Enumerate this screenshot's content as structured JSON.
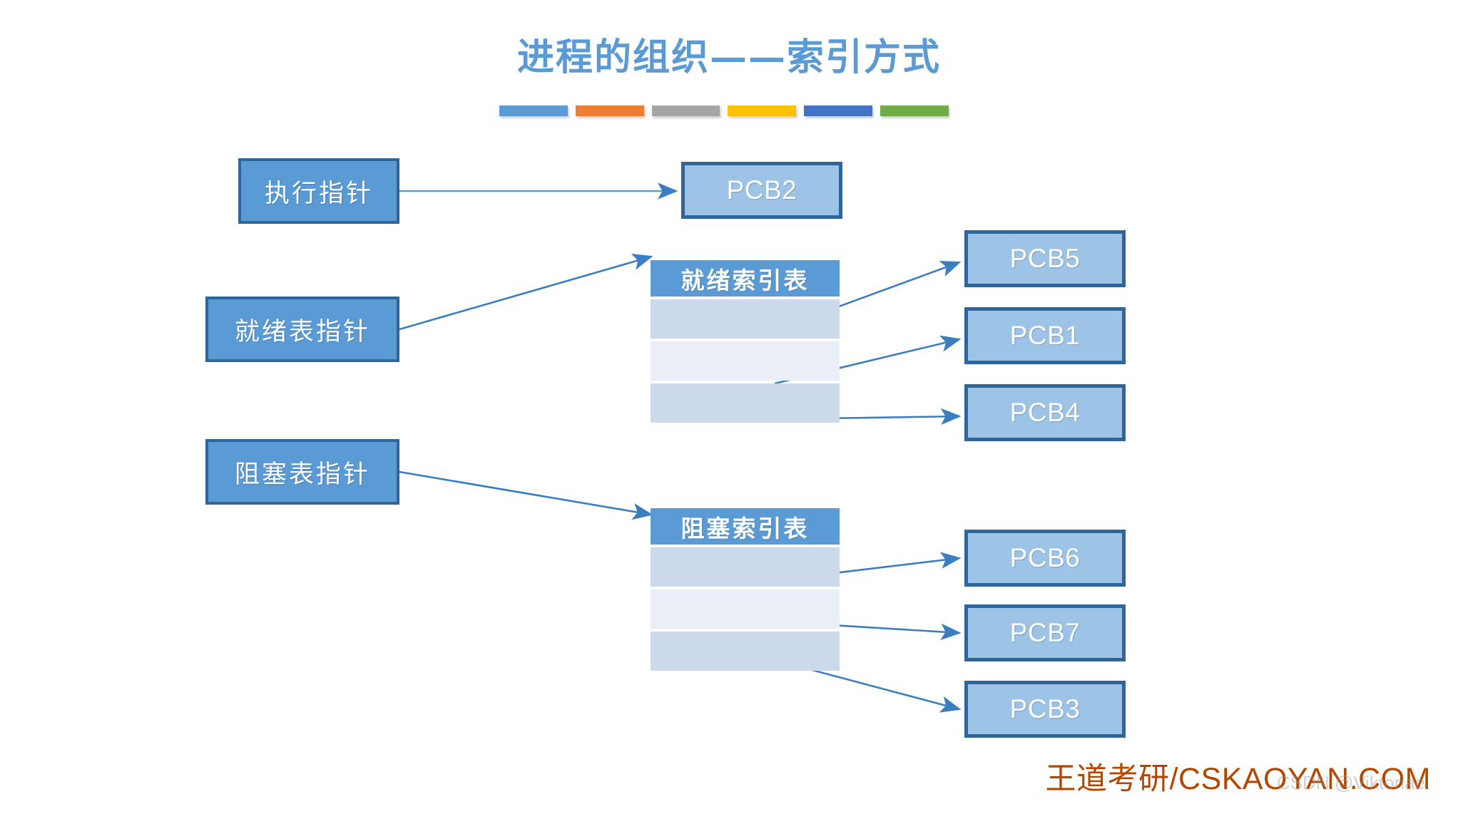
{
  "slide": {
    "title": "进程的组织——索引方式",
    "title_color": "#5b9bd5",
    "background": "#ffffff",
    "accent_bars": [
      {
        "name": "bar-light-blue",
        "color": "#5b9bd5"
      },
      {
        "name": "bar-orange",
        "color": "#ed7d31"
      },
      {
        "name": "bar-gray",
        "color": "#a5a5a5"
      },
      {
        "name": "bar-gold",
        "color": "#ffc000"
      },
      {
        "name": "bar-dark-blue",
        "color": "#4472c4"
      },
      {
        "name": "bar-green",
        "color": "#70ad47"
      }
    ]
  },
  "pointers": {
    "running": "执行指针",
    "ready": "就绪表指针",
    "blocked": "阻塞表指针"
  },
  "running_pcb": "PCB2",
  "ready_table": {
    "header": "就绪索引表",
    "rows": [
      "",
      "",
      ""
    ],
    "targets": [
      "PCB5",
      "PCB1",
      "PCB4"
    ]
  },
  "blocked_table": {
    "header": "阻塞索引表",
    "rows": [
      "",
      "",
      ""
    ],
    "targets": [
      "PCB6",
      "PCB7",
      "PCB3"
    ]
  },
  "colors": {
    "pointer_box_fill": "#5b9bd5",
    "pointer_box_border": "#2f6699",
    "pcb_box_fill": "#9dc3e6",
    "pcb_box_border": "#2f6699",
    "table_header_fill": "#5b9bd5",
    "table_row_dark": "#ccd9ea",
    "table_row_light": "#eaeef6",
    "connector": "#3a7ebf",
    "brand": "#b34700"
  },
  "watermark": {
    "brand": "王道考研/CSKAOYAN.COM",
    "csdn": "CSDN @Viktoriae"
  }
}
